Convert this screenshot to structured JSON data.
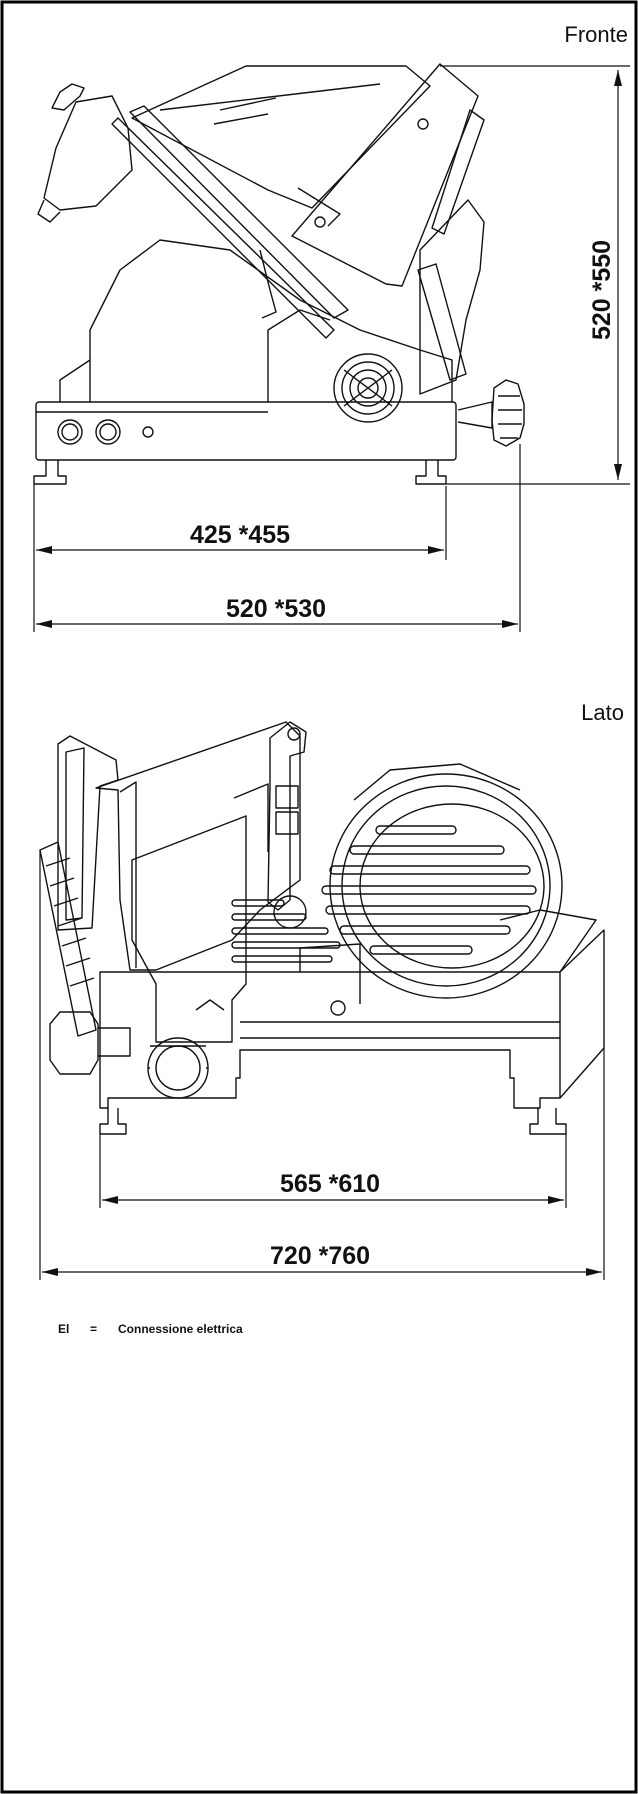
{
  "views": {
    "front": {
      "title": "Fronte",
      "height_dim": "520  *550",
      "base_dim": "425  *455",
      "overall_dim": "520  *530"
    },
    "side": {
      "title": "Lato",
      "base_dim": "565  *610",
      "overall_dim": "720  *760"
    }
  },
  "legend": {
    "abbr": "El",
    "equals": "=",
    "text": "Connessione elettrica"
  }
}
